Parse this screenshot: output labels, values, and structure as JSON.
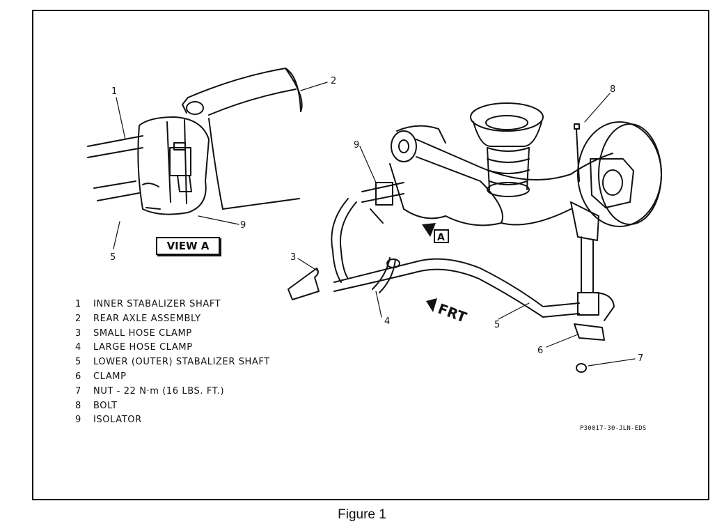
{
  "callouts": [
    "1",
    "2",
    "3",
    "4",
    "5",
    "6",
    "7",
    "8",
    "9",
    "5",
    "9"
  ],
  "view_label": "VIEW A",
  "view_marker": "A",
  "direction_label": "FRT",
  "legend": [
    {
      "num": "1",
      "text": "INNER STABALIZER SHAFT"
    },
    {
      "num": "2",
      "text": "REAR AXLE ASSEMBLY"
    },
    {
      "num": "3",
      "text": "SMALL HOSE CLAMP"
    },
    {
      "num": "4",
      "text": "LARGE HOSE CLAMP"
    },
    {
      "num": "5",
      "text": "LOWER (OUTER) STABALIZER SHAFT"
    },
    {
      "num": "6",
      "text": "CLAMP"
    },
    {
      "num": "7",
      "text": "NUT - 22 N·m (16 LBS. FT.)"
    },
    {
      "num": "8",
      "text": "BOLT"
    },
    {
      "num": "9",
      "text": "ISOLATOR"
    }
  ],
  "drawing_code": "P30017-30-JLN-EDS",
  "caption": "Figure 1"
}
